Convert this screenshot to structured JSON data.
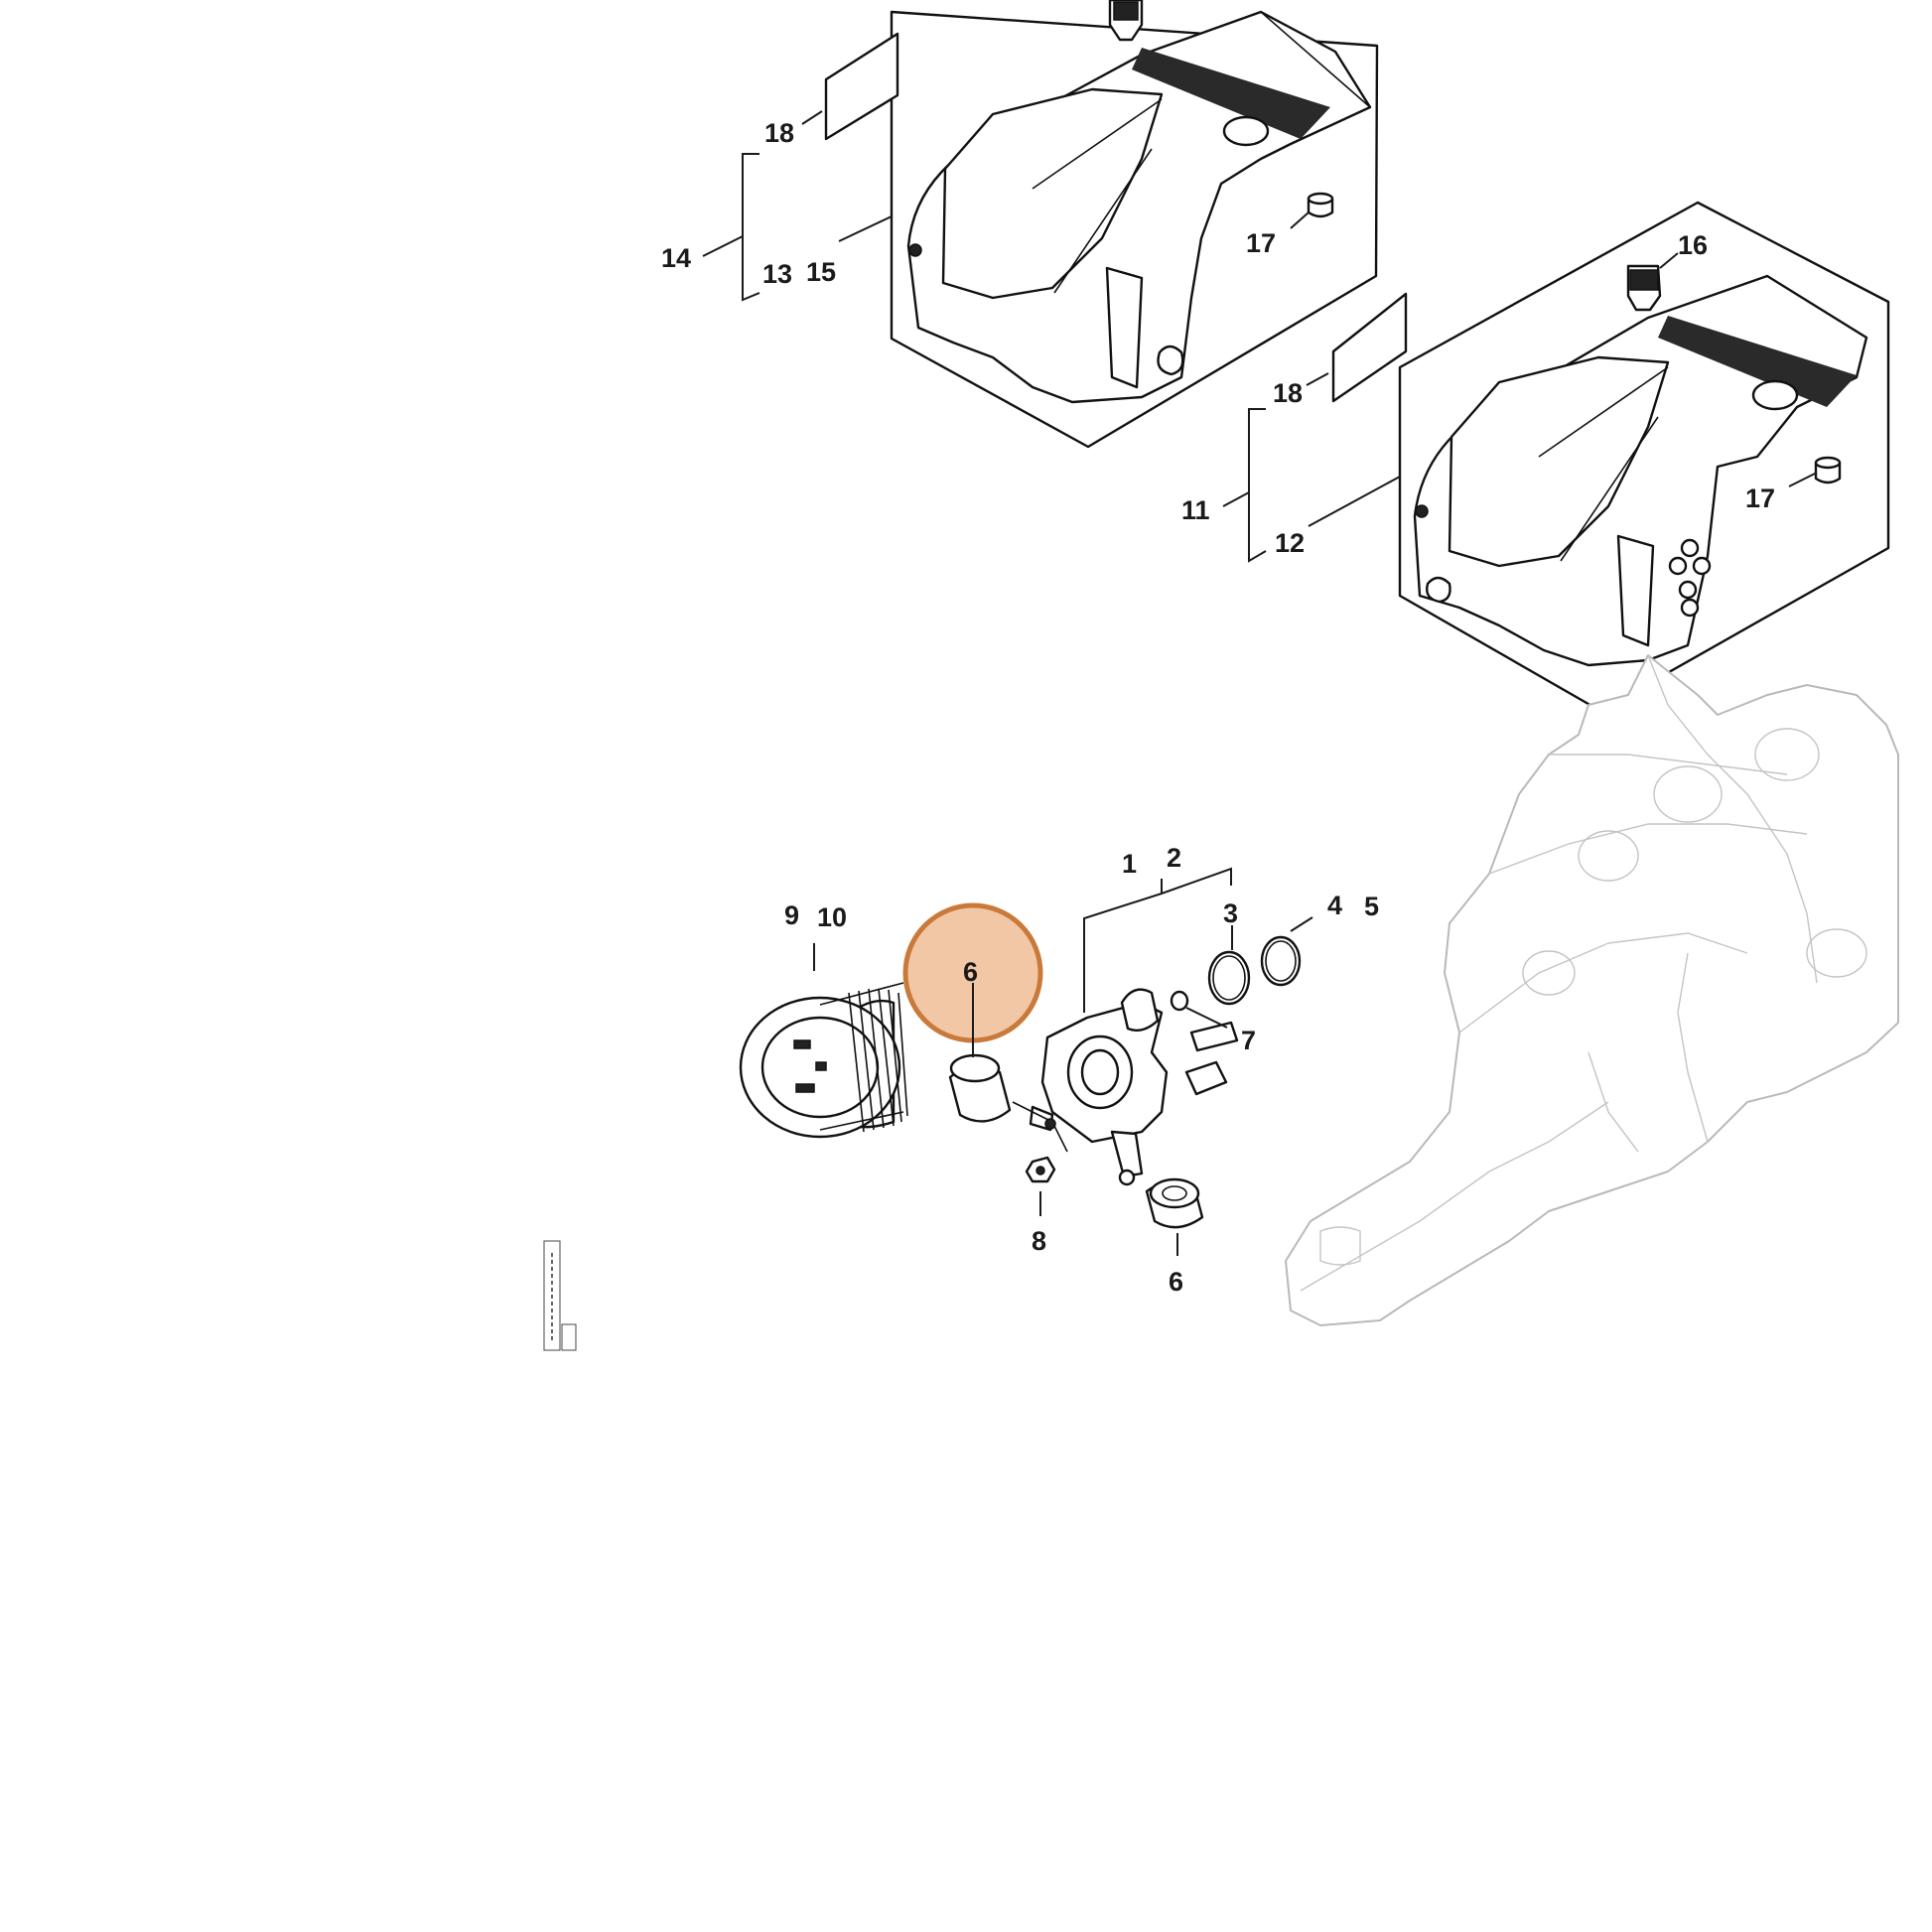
{
  "diagram": {
    "callouts": {
      "c1": "1",
      "c2": "2",
      "c3": "3",
      "c4": "4",
      "c5": "5",
      "c6_highlight": "6",
      "c6_lower": "6",
      "c7": "7",
      "c8": "8",
      "c9": "9",
      "c10": "10",
      "c11": "11",
      "c12": "12",
      "c13": "13",
      "c14": "14",
      "c15": "15",
      "c16": "16",
      "c17_upper": "17",
      "c17_lower": "17",
      "c18_upper": "18",
      "c18_lower": "18"
    },
    "highlight": {
      "part": "6",
      "fill": "#f2c7a6",
      "stroke": "#c97a3a"
    }
  }
}
